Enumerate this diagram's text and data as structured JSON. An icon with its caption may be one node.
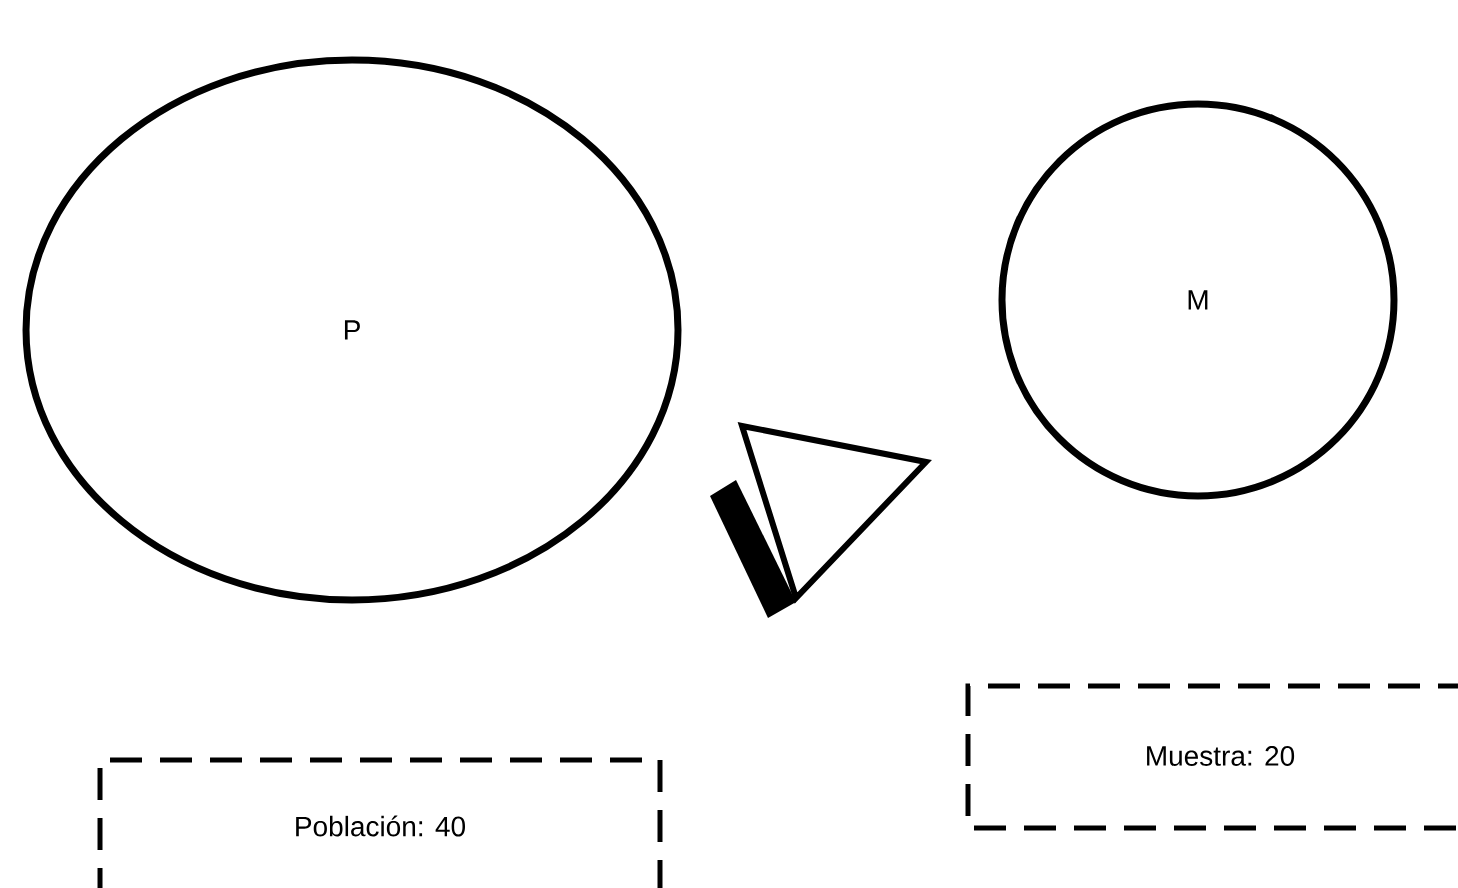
{
  "diagram": {
    "nodes": [
      {
        "text": [
          "P"
        ]
      },
      {
        "text": [
          "M"
        ]
      },
      {
        "text": [
          "Población: 40"
        ]
      },
      {
        "text": [
          "Muestra: 20"
        ]
      }
    ]
  }
}
